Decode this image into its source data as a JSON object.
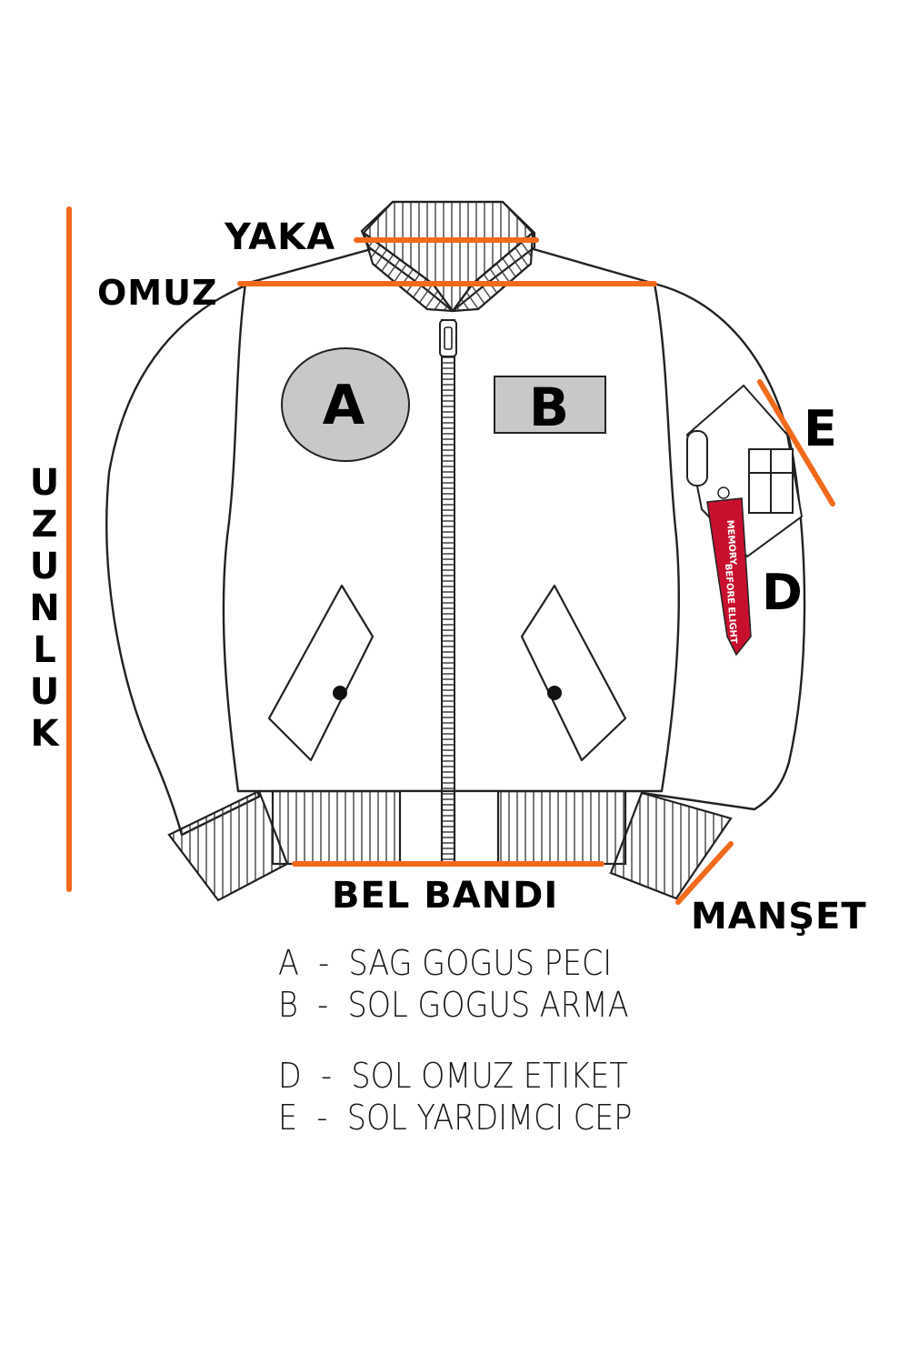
{
  "labels": {
    "yaka": "YAKA",
    "omuz": "OMUZ",
    "uzunluk": "UZUNLUK",
    "bel_bandi": "BEL BANDI",
    "manset": "MANŞET",
    "e": "E",
    "d": "D"
  },
  "chest_markers": {
    "a": "A",
    "b": "B"
  },
  "tag_text": {
    "line1": "MEMORY",
    "line2": "BEFORE ELIGHT"
  },
  "legend": [
    {
      "key": "A",
      "sep": "-",
      "text": "SAG GOGUS PECI"
    },
    {
      "key": "B",
      "sep": "-",
      "text": "SOL GOGUS ARMA"
    },
    {
      "key": "D",
      "sep": "-",
      "text": "SOL OMUZ ETIKET"
    },
    {
      "key": "E",
      "sep": "-",
      "text": "SOL YARDIMCI CEP"
    }
  ],
  "colors": {
    "measure_line": "#f26a1b",
    "marker_fill": "#c8c8c8",
    "tag_red": "#c8102e",
    "outline": "#222222"
  }
}
